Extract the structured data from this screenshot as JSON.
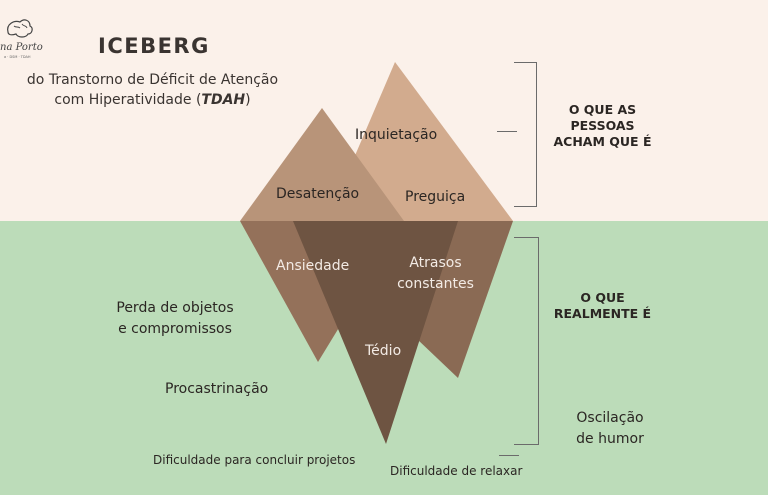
{
  "logo": {
    "script_text": "na Porto",
    "tagline": "a · DSM · TDAH"
  },
  "header": {
    "title": "ICEBERG",
    "subtitle_line1": "do Transtorno de Déficit de Atenção",
    "subtitle_line2_prefix": "com Hiperatividade (",
    "subtitle_line2_emph": "TDAH",
    "subtitle_line2_suffix": ")"
  },
  "iceberg_above": {
    "inquietacao": "Inquietação",
    "desatencao": "Desatenção",
    "preguica": "Preguiça"
  },
  "iceberg_below": {
    "ansiedade": "Ansiedade",
    "atrasos_line1": "Atrasos",
    "atrasos_line2": "constantes",
    "tedio": "Tédio"
  },
  "outside_labels": {
    "perda_line1": "Perda de objetos",
    "perda_line2": "e compromissos",
    "procrastinacao": "Procastrinação",
    "dificuldade_projetos": "Dificuldade para concluir projetos",
    "dificuldade_relaxar": "Dificuldade de relaxar",
    "oscilacao_line1": "Oscilação",
    "oscilacao_line2": "de humor"
  },
  "side_captions": {
    "top_line1": "O QUE AS",
    "top_line2": "PESSOAS",
    "top_line3": "ACHAM QUE É",
    "bottom_line1": "O QUE",
    "bottom_line2": "REALMENTE É"
  },
  "colors": {
    "background_top": "#fbf1ea",
    "background_bottom": "#bcdcb9",
    "iceberg_light": "#d2ab8e",
    "iceberg_mid": "#b89479",
    "iceberg_under_left": "#94715a",
    "iceberg_under_right": "#8a6a54",
    "iceberg_under_center": "#6e5442"
  }
}
